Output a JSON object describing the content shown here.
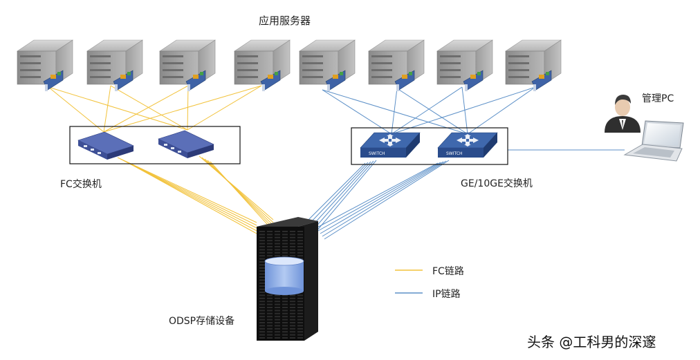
{
  "labels": {
    "servers": "应用服务器",
    "fc_switch": "FC交换机",
    "ip_switch": "GE/10GE交换机",
    "mgmt_pc": "管理PC",
    "storage": "ODSP存储设备"
  },
  "legend": {
    "fc_link": "FC链路",
    "ip_link": "IP链路"
  },
  "switch_badge": "SWITCH",
  "watermark": "头条 @工科男的深邃",
  "colors": {
    "fc_link": "#f2c23a",
    "ip_link": "#5b8fc7"
  },
  "icons": {
    "server": "server-icon",
    "fc_switch": "fc-switch-icon",
    "ip_switch": "ethernet-switch-icon",
    "person": "person-icon",
    "laptop": "laptop-icon",
    "storage": "storage-tower-icon",
    "disk": "disk-cylinder-icon"
  }
}
